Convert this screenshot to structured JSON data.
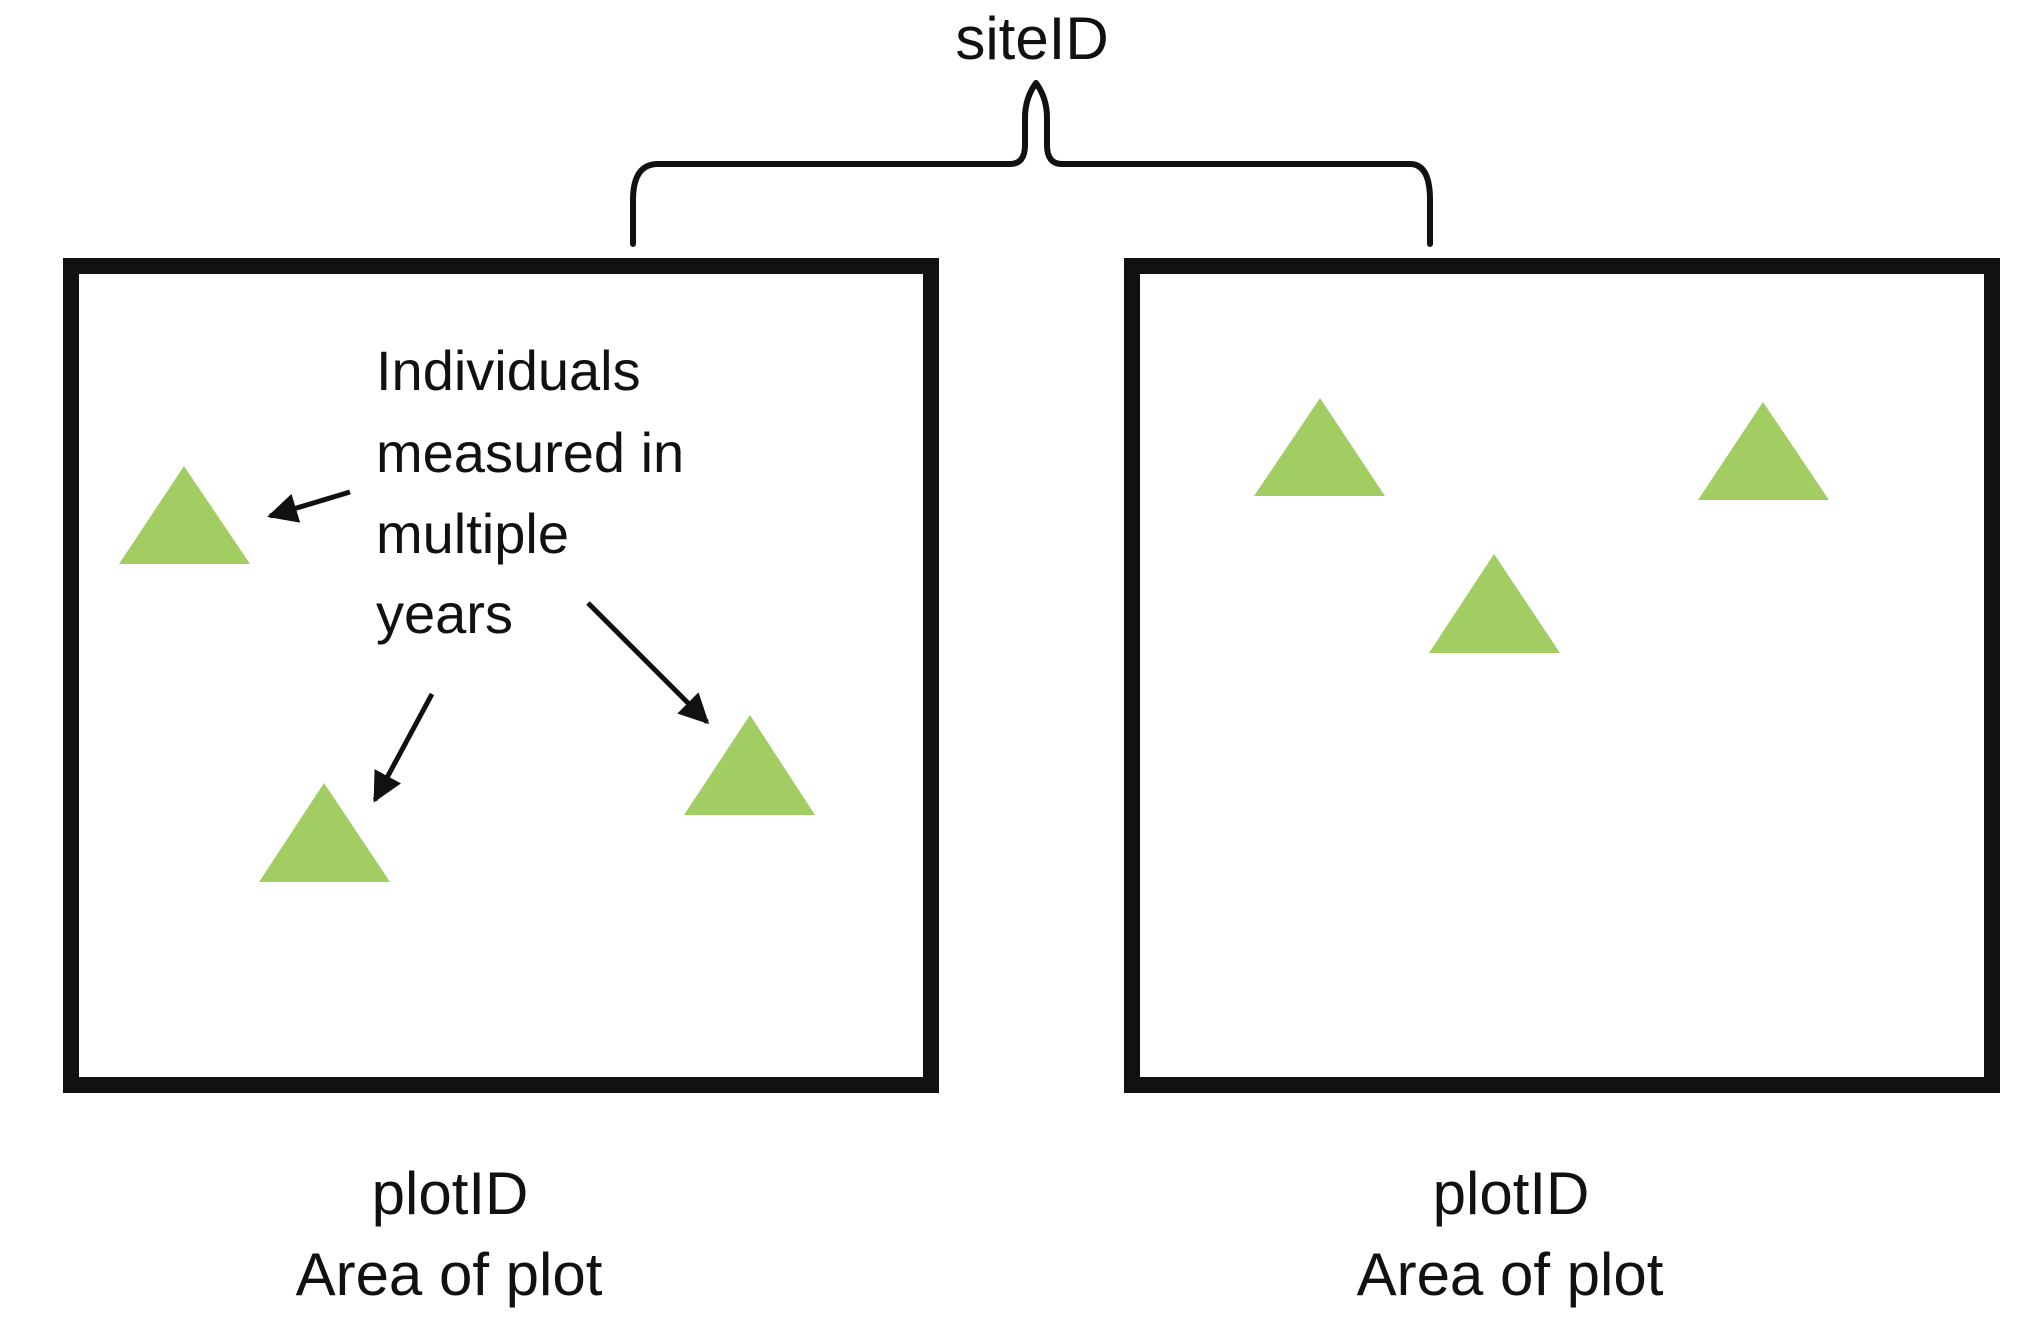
{
  "site": {
    "label": "siteID"
  },
  "annotation": {
    "lines": [
      "Individuals",
      "measured in",
      "multiple",
      "years"
    ]
  },
  "plots": [
    {
      "id_label": "plotID",
      "area_label": "Area of plot"
    },
    {
      "id_label": "plotID",
      "area_label": "Area of plot"
    }
  ],
  "colors": {
    "individual_marker": "#a2cd63",
    "outline": "#111111",
    "background": "#ffffff"
  },
  "icons": {
    "individual": "triangle-icon",
    "pointer": "arrow-icon",
    "grouping": "curly-brace-icon"
  }
}
